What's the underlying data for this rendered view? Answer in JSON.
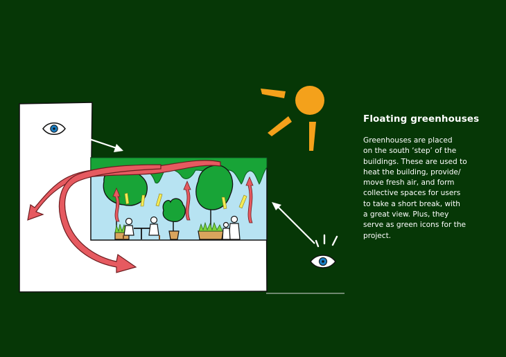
{
  "title": "Floating greenhouses",
  "description_lines": [
    "Greenhouses are placed",
    "on the south ‘step’ of the",
    "buildings. These are used to",
    "heat the building, provide/",
    "move fresh air, and form",
    "collective spaces for users",
    "to take a short break, with",
    "a great view. Plus, they",
    "serve as green icons for the",
    "project."
  ],
  "colors": {
    "background": "#063706",
    "building": "#ffffff",
    "glass": "#b7e3f2",
    "foliage": "#18a437",
    "sun": "#f4a11b",
    "warm_air_arrow": "#e65a60",
    "sunbeam": "#f4ea55",
    "eye_iris": "#1a7cc0"
  },
  "icons": [
    "eye-icon",
    "sun-icon",
    "heat-flow-arrow",
    "view-arrow"
  ]
}
